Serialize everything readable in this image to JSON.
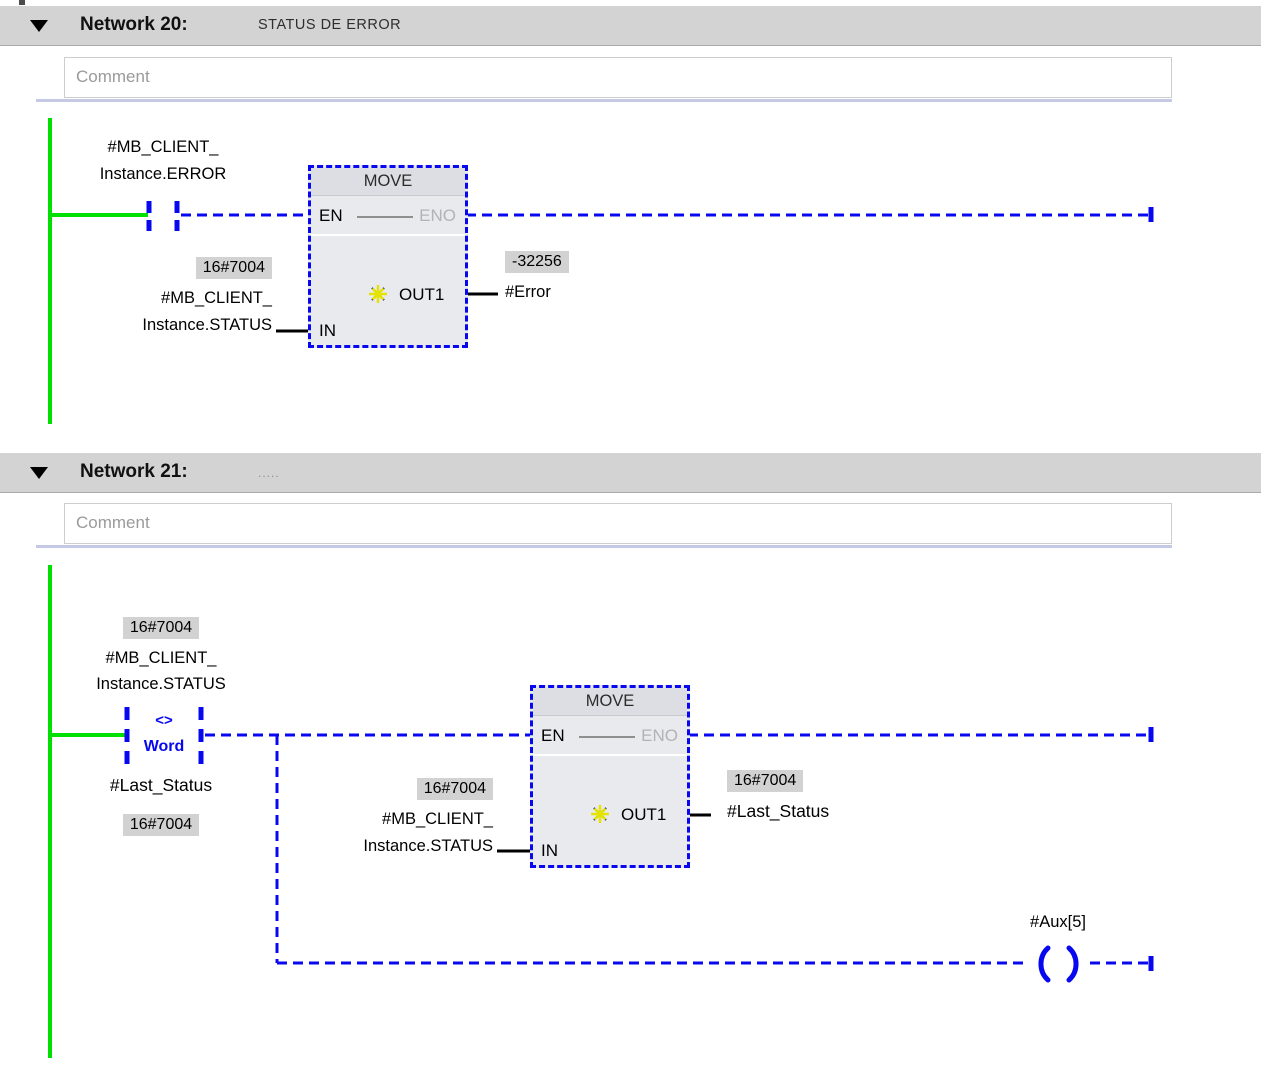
{
  "colors": {
    "power_green": "#00e000",
    "wire_blue": "#0808f0",
    "monitor_bg": "#d2d2d2",
    "header_bg": "#d3d3d3",
    "block_fill": "#e8eaee",
    "eno_gray": "#b3b3b3"
  },
  "networks": [
    {
      "title": "Network 20:",
      "subtitle": "STATUS DE ERROR",
      "comment_placeholder": "Comment",
      "contact_operand": [
        "#MB_CLIENT_",
        "Instance.ERROR"
      ],
      "block": {
        "title": "MOVE",
        "en": "EN",
        "eno": "ENO",
        "in": "IN",
        "out1": "OUT1"
      },
      "in_monitor": "16#7004",
      "in_operand": [
        "#MB_CLIENT_",
        "Instance.STATUS"
      ],
      "out_monitor": "-32256",
      "out_operand": "#Error"
    },
    {
      "title": "Network 21:",
      "subtitle": ".....",
      "comment_placeholder": "Comment",
      "compare": {
        "monitor_top": "16#7004",
        "operand_top": [
          "#MB_CLIENT_",
          "Instance.STATUS"
        ],
        "op": "<>",
        "type": "Word",
        "operand_bottom": "#Last_Status",
        "monitor_bottom": "16#7004"
      },
      "block": {
        "title": "MOVE",
        "en": "EN",
        "eno": "ENO",
        "in": "IN",
        "out1": "OUT1"
      },
      "in_monitor": "16#7004",
      "in_operand": [
        "#MB_CLIENT_",
        "Instance.STATUS"
      ],
      "out_monitor": "16#7004",
      "out_operand": "#Last_Status",
      "coil_operand": "#Aux[5]"
    }
  ]
}
